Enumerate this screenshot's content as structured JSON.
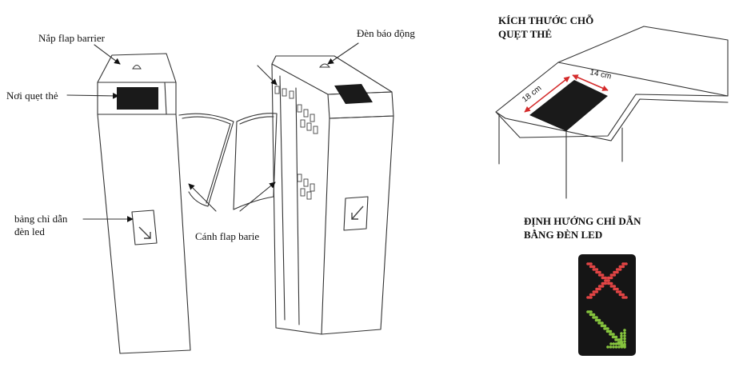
{
  "labels": {
    "cover": "Nắp flap barrier",
    "card_reader": "Nơi quẹt thẻ",
    "led_guide_line1": "bảng chỉ dẫn",
    "led_guide_line2": "đèn led",
    "flap_wings": "Cánh flap barie",
    "alarm_light": "Đèn báo động"
  },
  "card_area": {
    "title_line1": "KÍCH THƯỚC CHỖ",
    "title_line2": "QUẸT THẺ",
    "dim_length": "18 cm",
    "dim_width": "14 cm"
  },
  "led_panel": {
    "title_line1": "ĐỊNH HƯỚNG CHỈ DẪN",
    "title_line2": "BẰNG ĐÈN LED"
  },
  "colors": {
    "stop_red": "#e24545",
    "go_green": "#86c43e",
    "reader_black": "#1a1a1a",
    "dim_red": "#d42a2a"
  }
}
